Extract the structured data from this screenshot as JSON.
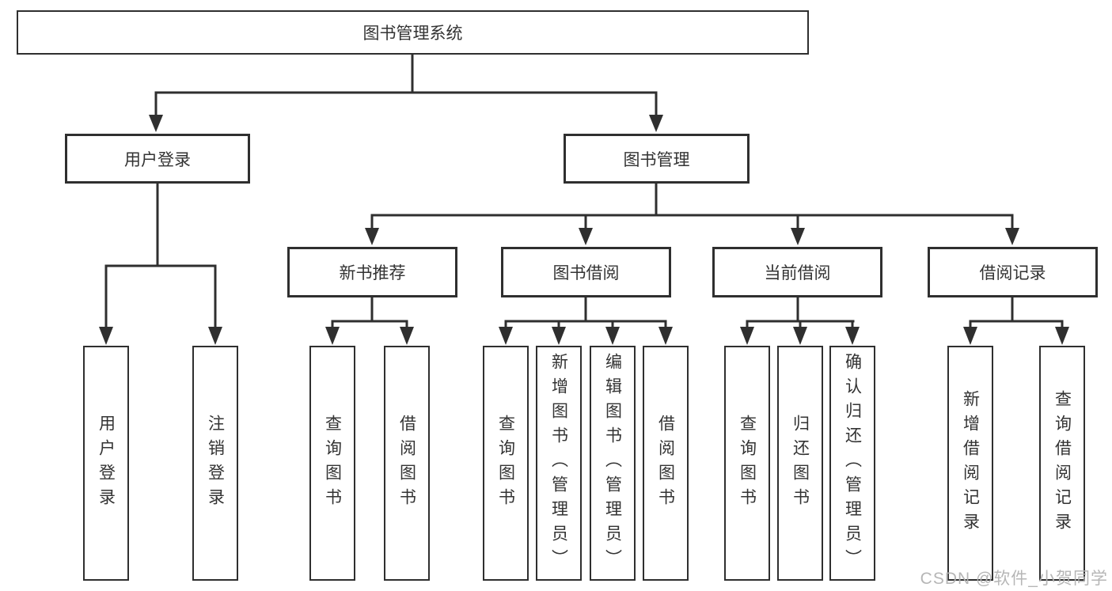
{
  "colors": {
    "line": "#2f2f2f",
    "text": "#333333",
    "background": "#ffffff",
    "watermark": "#b2b2b2"
  },
  "diagram": {
    "root": {
      "label": "图书管理系统"
    },
    "branches": [
      {
        "label": "用户登录",
        "children": [
          {
            "label": "用户登录"
          },
          {
            "label": "注销登录"
          }
        ]
      },
      {
        "label": "图书管理",
        "children": [
          {
            "label": "新书推荐",
            "children": [
              {
                "label": "查询图书"
              },
              {
                "label": "借阅图书"
              }
            ]
          },
          {
            "label": "图书借阅",
            "children": [
              {
                "label": "查询图书"
              },
              {
                "label": "新增图书（管理员）"
              },
              {
                "label": "编辑图书（管理员）"
              },
              {
                "label": "借阅图书"
              }
            ]
          },
          {
            "label": "当前借阅",
            "children": [
              {
                "label": "查询图书"
              },
              {
                "label": "归还图书"
              },
              {
                "label": "确认归还（管理员）"
              }
            ]
          },
          {
            "label": "借阅记录",
            "children": [
              {
                "label": "新增借阅记录"
              },
              {
                "label": "查询借阅记录"
              }
            ]
          }
        ]
      }
    ]
  },
  "watermark": {
    "text": "CSDN @软件_小贺同学"
  }
}
